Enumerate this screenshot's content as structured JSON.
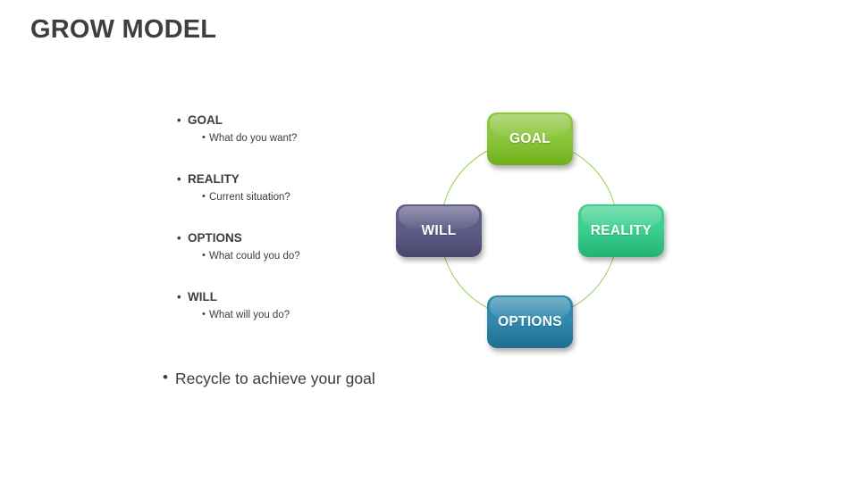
{
  "slide": {
    "title": "GROW MODEL",
    "background_color": "#ffffff",
    "text_color": "#3c3c3c"
  },
  "bullets": [
    {
      "main": "GOAL",
      "sub": "What do you want?"
    },
    {
      "main": "REALITY",
      "sub": "Current situation?"
    },
    {
      "main": "OPTIONS",
      "sub": "What could you do?"
    },
    {
      "main": "WILL",
      "sub": "What will you do?"
    }
  ],
  "footer_bullet": "Recycle to achieve your goal",
  "diagram": {
    "circle_color": "#92d050",
    "nodes": [
      {
        "label": "GOAL",
        "color": "#8cc63e",
        "color_dark": "#6fb019"
      },
      {
        "label": "REALITY",
        "color": "#3ccf8e",
        "color_dark": "#22b275"
      },
      {
        "label": "OPTIONS",
        "color": "#3189ae",
        "color_dark": "#1f6d90"
      },
      {
        "label": "WILL",
        "color": "#5f5c87",
        "color_dark": "#4a476e"
      }
    ]
  }
}
